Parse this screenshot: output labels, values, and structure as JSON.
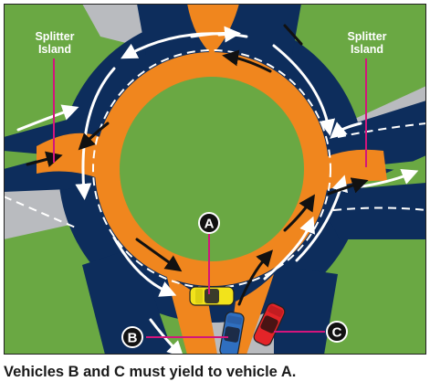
{
  "diagram": {
    "labels": {
      "splitter_left": [
        "Splitter",
        "Island"
      ],
      "splitter_right": [
        "Splitter",
        "Island"
      ]
    },
    "vehicles": [
      {
        "id": "A",
        "color": "#f2e31b"
      },
      {
        "id": "B",
        "color": "#2f6fc0"
      },
      {
        "id": "C",
        "color": "#e32428"
      }
    ],
    "colors": {
      "grass": "#6aa843",
      "road": "#0d2d5c",
      "apron": "#f0861e",
      "approach": "#b9bbbf",
      "callout": "#d3157c"
    }
  },
  "caption": "Vehicles B and C must yield to vehicle A."
}
